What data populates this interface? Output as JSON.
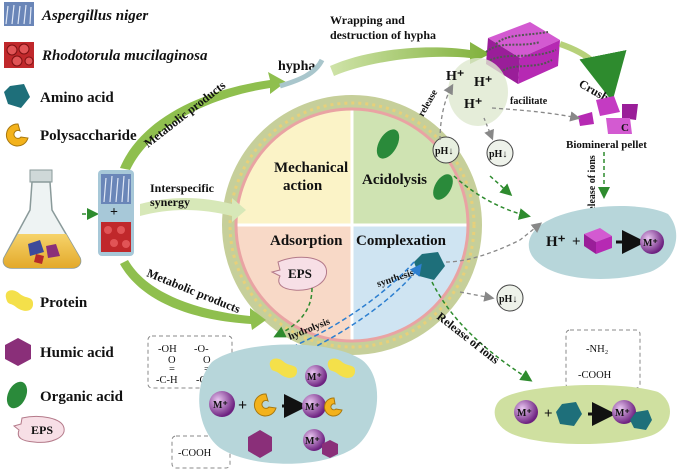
{
  "legend": {
    "aspergillus": "Aspergillus niger",
    "rhodotorula": "Rhodotorula mucilaginosa",
    "amino_acid": "Amino acid",
    "polysaccharide": "Polysaccharide",
    "protein": "Protein",
    "humic_acid": "Humic acid",
    "organic_acid": "Organic acid",
    "eps": "EPS"
  },
  "labels": {
    "hypha": "hypha",
    "wrapping_line1": "Wrapping and",
    "wrapping_line2": "destruction of hypha",
    "crush": "Crush",
    "release": "release",
    "facilitate": "facilitate",
    "biomineral_pellet": "Biomineral pellet",
    "release_of_ions_vertical": "Release of ions",
    "release_of_ions_diag": "Release of ions",
    "metabolic_products_top": "Metabolic products",
    "metabolic_products_bottom": "Metabolic products",
    "interspecific_line1": "Interspecific",
    "interspecific_line2": "synergy",
    "plus": "+",
    "hydrolysis": "hydrolysis",
    "synthesis": "synthesis",
    "eps_center": "EPS",
    "h_plus": "H⁺",
    "ph_down": "pH↓",
    "m_plus": "M⁺",
    "c_label": "C"
  },
  "quadrants": {
    "mechanical_line1": "Mechanical",
    "mechanical_line2": "action",
    "acidolysis": "Acidolysis",
    "adsorption": "Adsorption",
    "complexation": "Complexation"
  },
  "groups_left": {
    "oh": "-OH",
    "o_o": "-O-",
    "eq1": "=",
    "eq2": "=",
    "o1": "O",
    "o2": "O",
    "ch": "-C-H",
    "c": "-C-",
    "cooh": "-COOH"
  },
  "groups_right": {
    "nh2": "-NH₂",
    "cooh": "-COOH"
  },
  "colors": {
    "quad_mech": "#fbf3c7",
    "quad_acid": "#cfe3b2",
    "quad_adsorp": "#f8d9c7",
    "quad_complex": "#cfe4f2",
    "green_arrow": "#7fb03a",
    "dashed_green": "#2e8b2e",
    "dashed_blue": "#2d7fd0",
    "pool_left": "#b7d6da",
    "pool_right": "#cfe0a0",
    "magenta_cube": "#b629b3",
    "ion_purple": "#7b2a8f"
  }
}
